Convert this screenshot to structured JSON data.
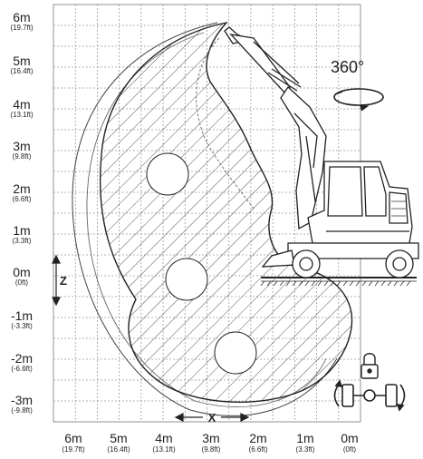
{
  "y_axis": {
    "symbol": "Z",
    "ticks": [
      {
        "metric": "6m",
        "imperial": "(19.7ft)"
      },
      {
        "metric": "5m",
        "imperial": "(16.4ft)"
      },
      {
        "metric": "4m",
        "imperial": "(13.1ft)"
      },
      {
        "metric": "3m",
        "imperial": "(9.8ft)"
      },
      {
        "metric": "2m",
        "imperial": "(6.6ft)"
      },
      {
        "metric": "1m",
        "imperial": "(3.3ft)"
      },
      {
        "metric": "0m",
        "imperial": "(0ft)"
      },
      {
        "metric": "-1m",
        "imperial": "(-3.3ft)"
      },
      {
        "metric": "-2m",
        "imperial": "(-6.6ft)"
      },
      {
        "metric": "-3m",
        "imperial": "(-9.8ft)"
      }
    ]
  },
  "x_axis": {
    "symbol": "X",
    "ticks": [
      {
        "metric": "6m",
        "imperial": "(19.7ft)"
      },
      {
        "metric": "5m",
        "imperial": "(16.4ft)"
      },
      {
        "metric": "4m",
        "imperial": "(13.1ft)"
      },
      {
        "metric": "3m",
        "imperial": "(9.8ft)"
      },
      {
        "metric": "2m",
        "imperial": "(6.6ft)"
      },
      {
        "metric": "1m",
        "imperial": "(3.3ft)"
      },
      {
        "metric": "0m",
        "imperial": "(0ft)"
      }
    ]
  },
  "rotation": {
    "label": "360°"
  },
  "icons": [
    "rotation-arrow-icon",
    "excavator-icon",
    "lock-icon",
    "axle-oscillation-icon"
  ]
}
